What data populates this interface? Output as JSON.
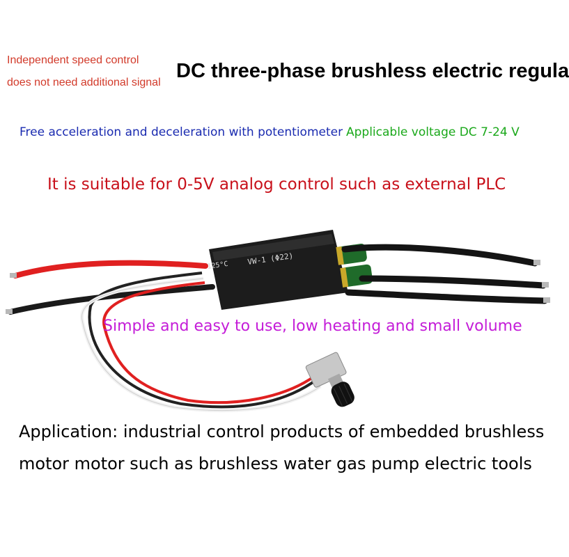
{
  "notes": {
    "line1": "Independent speed control",
    "line2": "does not need additional signal"
  },
  "title": "DC three-phase brushless electric regula",
  "features": {
    "potentiometer": "Free acceleration and deceleration with potentiometer",
    "voltage": "Applicable voltage DC 7-24 V"
  },
  "plc_note": "It is suitable for 0-5V analog control such as external PLC",
  "highlight": "Simple and easy to use, low heating and small volume",
  "application": {
    "line1": "Application: industrial control products of embedded brushless",
    "line2": "motor motor such as brushless water gas pump electric tools"
  },
  "product_marking": {
    "temp": "125°C",
    "rating": "VW-1 (Φ22)"
  },
  "colors": {
    "note_red": "#d23a2a",
    "blue": "#1a2bb0",
    "green": "#1aa81a",
    "plc_red": "#c8101a",
    "magenta": "#c41cd8"
  }
}
